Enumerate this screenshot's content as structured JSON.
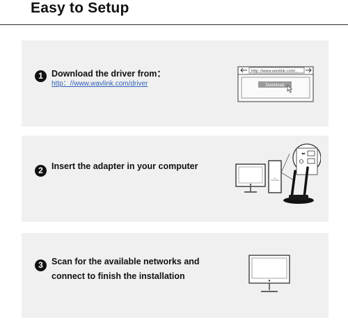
{
  "header": {
    "title": "Easy to Setup"
  },
  "steps": [
    {
      "number": "1",
      "text": "Download the driver from：",
      "link": "http：//www.wavlink.com/driver",
      "illustration": {
        "url_text": "http: //www.wavlink.com/...",
        "button_label": "Download"
      }
    },
    {
      "number": "2",
      "text": "Insert the adapter in your computer"
    },
    {
      "number": "3",
      "text_line1": "Scan for the available networks and",
      "text_line2": "connect to finish the installation"
    }
  ]
}
